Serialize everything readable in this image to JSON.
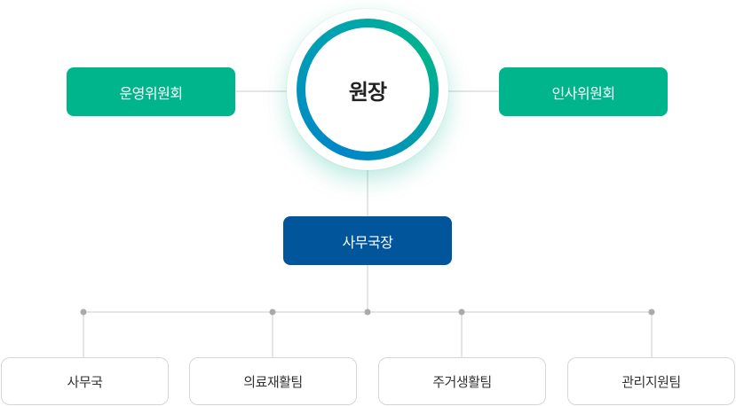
{
  "director": "원장",
  "left_committee": "운영위원회",
  "right_committee": "인사위원회",
  "secretary_general": "사무국장",
  "teams": [
    "사무국",
    "의료재활팀",
    "주거생활팀",
    "관리지원팀"
  ],
  "colors": {
    "committee": "#00b48c",
    "secretary": "#00559b",
    "ring_start": "#0086c8",
    "ring_end": "#00b48c",
    "line": "#cccccc",
    "dot": "#aaaaaa"
  }
}
